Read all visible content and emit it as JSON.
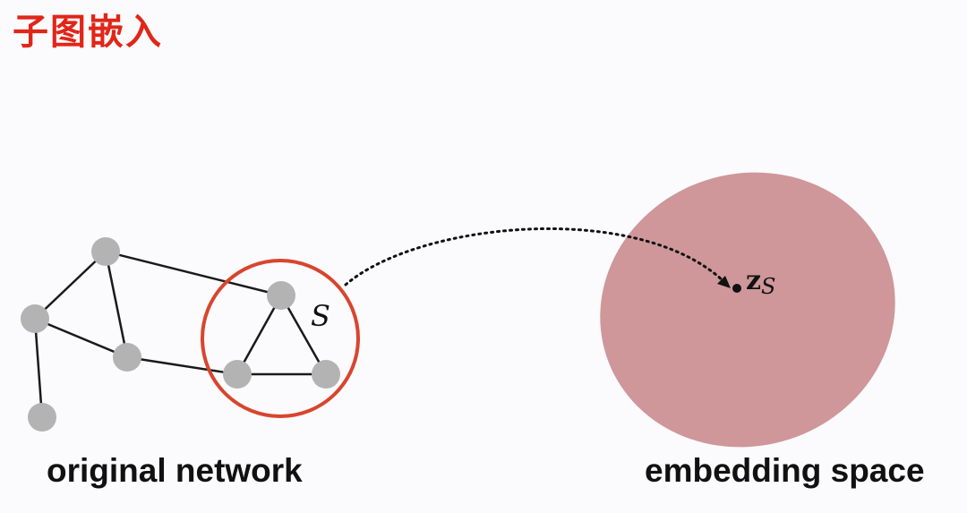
{
  "title": "子图嵌入",
  "graph": {
    "nodes": [
      {
        "id": "n1"
      },
      {
        "id": "n2"
      },
      {
        "id": "n3"
      },
      {
        "id": "n4"
      },
      {
        "id": "n5"
      },
      {
        "id": "n6"
      },
      {
        "id": "n7"
      },
      {
        "id": "n8"
      }
    ],
    "edges": [
      [
        "n1",
        "n2"
      ],
      [
        "n1",
        "n3"
      ],
      [
        "n1",
        "n5"
      ],
      [
        "n2",
        "n3"
      ],
      [
        "n2",
        "n4"
      ],
      [
        "n3",
        "n6"
      ],
      [
        "n5",
        "n6"
      ],
      [
        "n5",
        "n7"
      ],
      [
        "n6",
        "n7"
      ]
    ],
    "subgraph_label": "S",
    "subgraph_nodes": [
      "n5",
      "n6",
      "n7"
    ]
  },
  "embedding": {
    "point_label_main": "z",
    "point_label_sub": "S"
  },
  "captions": {
    "left": "original network",
    "right": "embedding space"
  },
  "colors": {
    "title": "#e02618",
    "node": "#b3b3b3",
    "edge": "#1a1a1a",
    "highlight_circle": "#d8452e",
    "embedding_space": "#cf979a",
    "text": "#111111"
  }
}
